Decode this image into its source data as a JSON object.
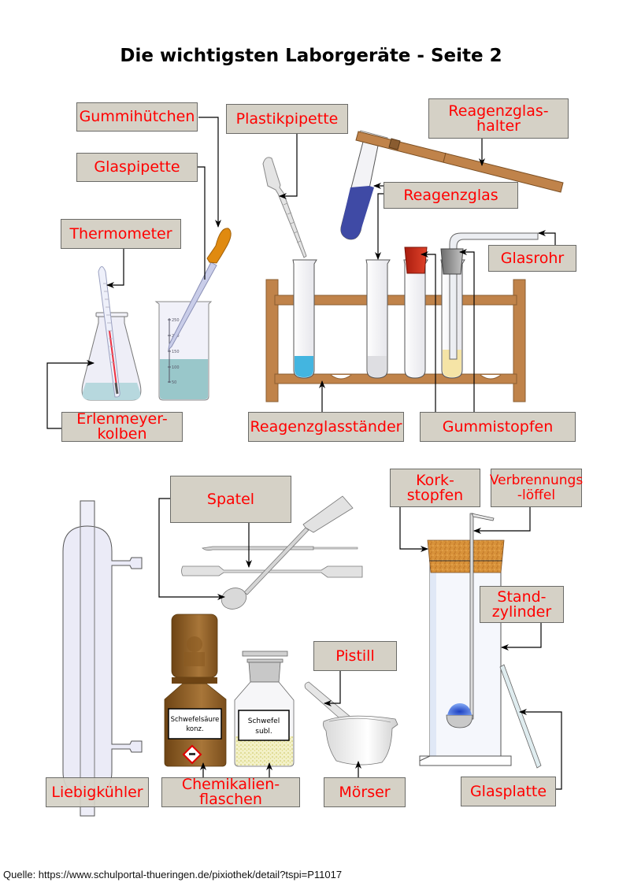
{
  "title": "Die wichtigsten Laborgeräte - Seite 2",
  "labels": {
    "gummihuetchen": "Gummihütchen",
    "plastikpipette": "Plastikpipette",
    "reagenzglashalter": "Reagenzglas-\nhalter",
    "glaspipette": "Glaspipette",
    "reagenzglas": "Reagenzglas",
    "thermometer": "Thermometer",
    "glasrohr": "Glasrohr",
    "erlenmeyerkolben": "Erlenmeyer-\nkolben",
    "reagenzglasstaender": "Reagenzglasständer",
    "gummistopfen": "Gummistopfen",
    "spatel": "Spatel",
    "korkstopfen": "Kork-\nstopfen",
    "verbrennungsloeffel": "Verbrennungs\n-löffel",
    "standzylinder": "Stand-\nzylinder",
    "pistill": "Pistill",
    "liebigkuehler": "Liebigkühler",
    "chemikalienflaschen": "Chemikalien-\nflaschen",
    "moerser": "Mörser",
    "glasplatte": "Glasplatte"
  },
  "beaker_scale": [
    "250",
    "200",
    "150",
    "100",
    "50"
  ],
  "bottles": {
    "acid_label_line1": "Schwefelsäure",
    "acid_label_line2": "konz.",
    "sulfur_label_line1": "Schwefel",
    "sulfur_label_line2": "subl."
  },
  "colors": {
    "label_bg": "#d5d1c6",
    "label_text": "#ff0000",
    "wood": "#c0834a",
    "liquid_blue": "#3f4aa5",
    "liquid_cyan": "#43b5e0",
    "liquid_teal": "#9cc9cc",
    "liquid_yellow": "#f5e4a6",
    "stopper_red": "#c62b17",
    "stopper_gray": "#8a8a8a",
    "cork": "#d8923a",
    "brown_bottle": "#8a5a22"
  },
  "source": "Quelle: https://www.schulportal-thueringen.de/pixiothek/detail?tspi=P11017"
}
